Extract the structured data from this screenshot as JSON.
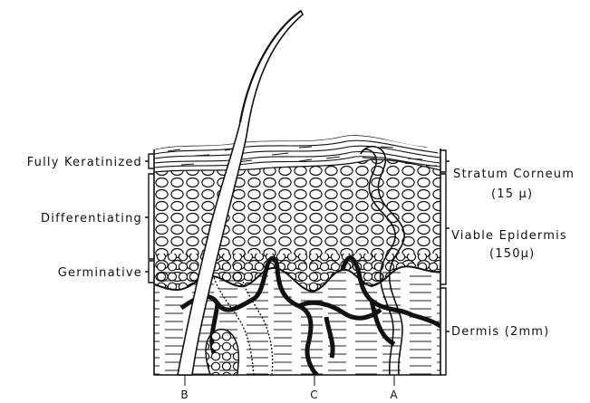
{
  "left_labels": {
    "fully_keratinized": "Fully Keratinized",
    "differentiating": "Differentiating",
    "germinative": "Germinative"
  },
  "right_labels": {
    "stratum_corneum": "Stratum Corneum",
    "stratum_corneum_thickness": "(15 μ)",
    "viable_epidermis": "Viable Epidermis",
    "viable_epidermis_thickness": "(150μ)",
    "dermis": "Dermis (2mm)"
  },
  "bottom_labels": {
    "b": "B",
    "c": "C",
    "a": "A"
  }
}
